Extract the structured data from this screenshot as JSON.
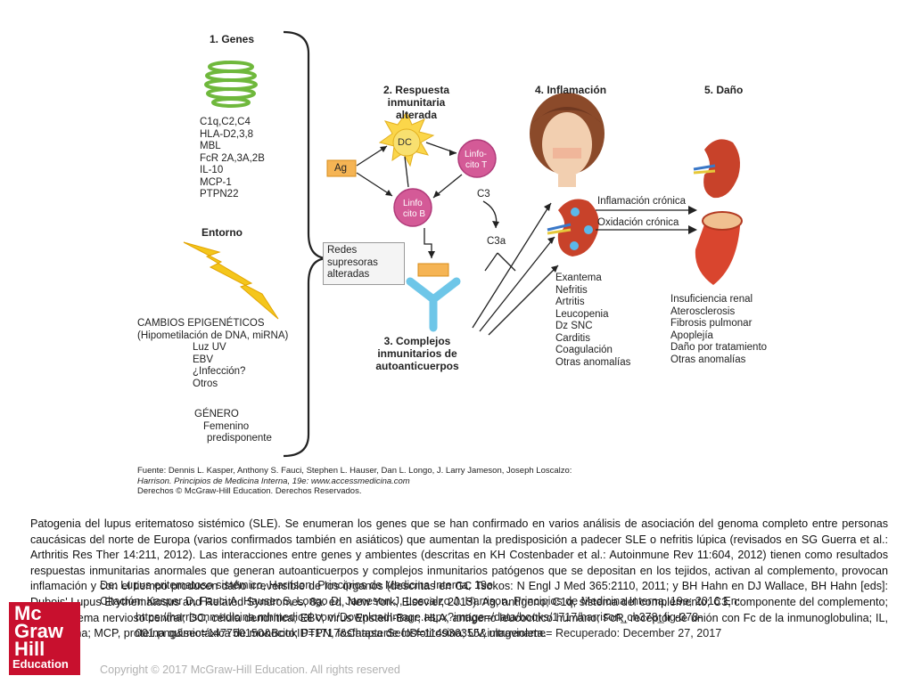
{
  "figure": {
    "genes": {
      "title": "1. Genes",
      "items": [
        "C1q,C2,C4",
        "HLA-D2,3,8",
        "MBL",
        "FcR 2A,3A,2B",
        "IL-10",
        "MCP-1",
        "PTPN22"
      ]
    },
    "entorno": {
      "title": "Entorno",
      "epigenetic": [
        "CAMBIOS EPIGENÉTICOS",
        "(Hipometilación de DNA, miRNA)",
        "Luz UV",
        "EBV",
        "¿Infección?",
        "Otros"
      ],
      "genero": [
        "GÉNERO",
        "Femenino",
        "predisponente"
      ]
    },
    "respuesta": {
      "title_line1": "2. Respuesta",
      "title_line2": "inmunitaria alterada",
      "ag_label": "Ag",
      "dc_label": "DC",
      "linfo_t_line1": "Linfo-",
      "linfo_t_line2": "cito T",
      "linfo_b_line1": "Linfo",
      "linfo_b_line2": "cito B",
      "c3_label": "C3",
      "c3a_label": "C3a",
      "redes": [
        "Redes",
        "supresoras",
        "alteradas"
      ]
    },
    "complejos": {
      "title": [
        "3. Complejos",
        "inmunitarios de",
        "autoanticuerpos"
      ]
    },
    "inflamacion": {
      "title": "4. Inflamación",
      "chronic": [
        "Inflamación crónica",
        "Oxidación crónica"
      ],
      "items": [
        "Exantema",
        "Nefritis",
        "Artritis",
        "Leucopenia",
        "Dz SNC",
        "Carditis",
        "Coagulación",
        "Otras anomalías"
      ]
    },
    "dano": {
      "title": "5. Daño",
      "items": [
        "Insuficiencia renal",
        "Aterosclerosis",
        "Fibrosis pulmonar",
        "Apoplejía",
        "Daño por tratamiento",
        "Otras anomalías"
      ]
    },
    "source": [
      "Fuente: Dennis L. Kasper, Anthony S. Fauci, Stephen L. Hauser, Dan L. Longo, J. Larry Jameson, Joseph Loscalzo:",
      "Harrison. Principios de Medicina Interna, 19e: www.accessmedicina.com",
      "Derechos © McGraw-Hill Education. Derechos Reservados."
    ]
  },
  "caption": "Patogenia del lupus eritematoso sistémico (SLE). Se enumeran los genes que se han confirmado en varios análisis de asociación del genoma completo entre personas caucásicas del norte de Europa (varios confirmados también en asiáticos) que aumentan la predisposición a padecer SLE o nefritis lúpica (revisados en SG Guerra et al.: Arthritis Res Ther 14:211, 2012). Las interacciones entre genes y ambientes (descritas en KH Costenbader et al.: Autoinmune Rev 11:604, 2012) tienen como resultados respuestas inmunitarias anormales que generan autoanticuerpos y complejos inmunitarios patógenos que se depositan en los tejidos, activan al complemento, provocan inflamación y con el tiempo producen daño irreversible de los órganos (descritas en GC Tsokos: N Engl J Med 365:2110, 2011; y BH Hahn en DJ Wallace, BH Hahn [eds]: Dubois' Lupus Erythematosus and Related Syndromes, 8a. ed, New York, Elsevier, 2013). Ag, antígeno; C1q, sistema del complemento; C3, componente del complemento; SNC, sistema nervioso central; DC, célula dendrítica; EBV, virus Epstein-Barr; HLA, antígeno leucocítico humano; FcR, receptor de unión con Fc de la inmunoglobulina; IL, interleucina; MCP, proteína quimiotáxica de monocito; PTPN, fosfatasa de fosfotirosina; UV, ultravioleta.",
  "citation": {
    "line1": "De: Lupus eritematoso sistémico, Harrison. Principios de Medicina Interna, 19e",
    "line2": "Citación: Kasper D, Fauci A, Hauser S, Longo D, Jameson J, Loscalzo J. Harrison. Principios de Medicina Interna, 19e; 2016 En:",
    "line3": "https://harrisonmedicina.mhmedical.com/DownloadImage.aspx?image=/data/books/1717/harrison_ch378_fig-378-",
    "line4": "001.png&sec=147750150&BookID=1717&ChapterSecID=114936355&imagename= Recuperado: December 27, 2017"
  },
  "copyright": "Copyright © 2017 McGraw-Hill Education. All rights reserved",
  "logo": {
    "line1": "Mc",
    "line2": "Graw",
    "line3": "Hill",
    "line4": "Education",
    "color": "#c8102e"
  }
}
